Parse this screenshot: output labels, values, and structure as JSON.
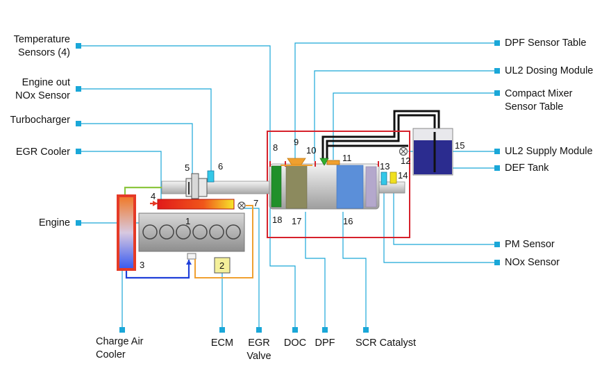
{
  "diagram": {
    "colors": {
      "leader": "#1aa7d8",
      "marker": "#1aa7d8",
      "system_box": "#d6212b",
      "pipe": "#cfcfcf",
      "engine": "#9a9a9a",
      "ecm": "#f4f09a",
      "wire": "#f0a030",
      "cool_air": "#1f3fd9",
      "hot_air": "#e53a26",
      "egr_pipe": "#8cc63f",
      "doc_brick": "#8c8a5e",
      "dpf_brick": "#20902a",
      "scr_brick": "#5b8fd9",
      "def_fluid": "#2b2c8f",
      "sensor": "#33c8e8",
      "pm_sensor": "#f0e020",
      "dosing": "#30b030"
    },
    "left_labels": {
      "temperature_sensors": [
        "Temperature",
        "Sensors (4)"
      ],
      "engine_out_nox": [
        "Engine out",
        "NOx Sensor"
      ],
      "turbocharger": "Turbocharger",
      "egr_cooler": "EGR Cooler",
      "engine": "Engine"
    },
    "right_labels": {
      "dpf_sensor_table": "DPF Sensor Table",
      "ul2_dosing_module": "UL2 Dosing Module",
      "compact_mixer": [
        "Compact Mixer",
        "Sensor Table"
      ],
      "ul2_supply_module": "UL2 Supply Module",
      "def_tank": "DEF Tank",
      "pm_sensor": "PM Sensor",
      "nox_sensor": "NOx Sensor"
    },
    "bottom_labels": {
      "charge_air_cooler": [
        "Charge Air",
        "Cooler"
      ],
      "ecm": "ECM",
      "egr_valve": [
        "EGR",
        "Valve"
      ],
      "doc": "DOC",
      "dpf": "DPF",
      "scr_catalyst": "SCR Catalyst"
    },
    "component_numbers": [
      "1",
      "2",
      "3",
      "4",
      "5",
      "6",
      "7",
      "8",
      "9",
      "10",
      "11",
      "12",
      "13",
      "14",
      "15",
      "16",
      "17",
      "18"
    ]
  }
}
